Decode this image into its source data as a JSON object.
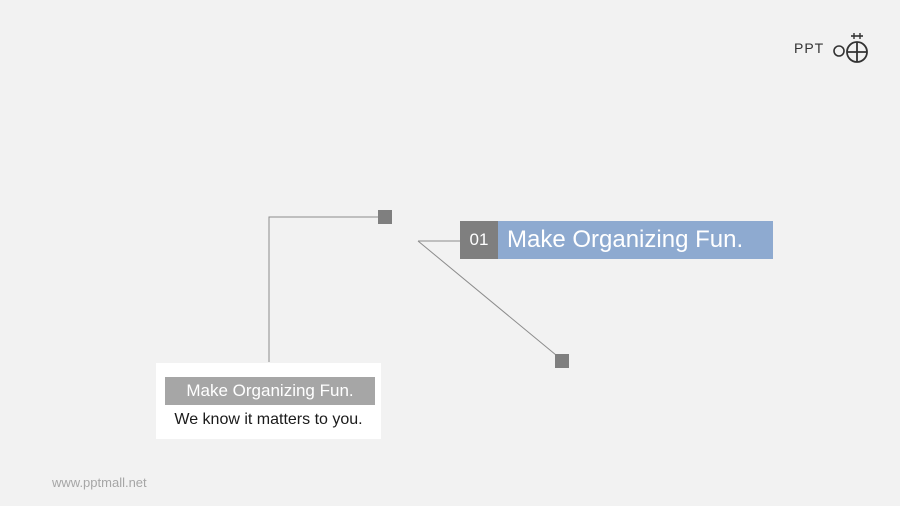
{
  "logo": {
    "text": "PPT",
    "icon": "ppt-mall-logo-icon"
  },
  "headline": {
    "number": "01",
    "title": "Make Organizing Fun."
  },
  "card": {
    "title": "Make Organizing Fun.",
    "subtitle": "We know it matters to you."
  },
  "footer": {
    "url": "www.pptmall.net"
  },
  "colors": {
    "background": "#f2f2f2",
    "number_box": "#7f7f7f",
    "title_box": "#8eaad0",
    "card_title": "#a6a6a6",
    "node": "#7f7f7f",
    "line": "#8c8c8c"
  }
}
